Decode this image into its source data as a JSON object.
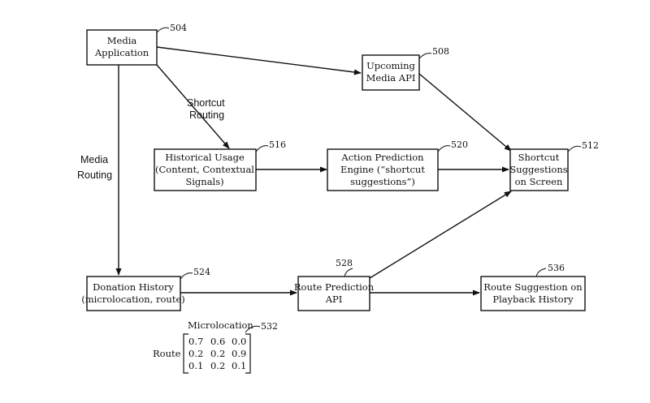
{
  "nodes": {
    "media_app": {
      "lines": [
        "Media",
        "Application"
      ],
      "ref": "504"
    },
    "upcoming_api": {
      "lines": [
        "Upcoming",
        "Media API"
      ],
      "ref": "508"
    },
    "shortcut_screen": {
      "lines": [
        "Shortcut",
        "Suggestions",
        "on Screen"
      ],
      "ref": "512"
    },
    "historical_usage": {
      "lines": [
        "Historical Usage",
        "(Content, Contextual",
        "Signals)"
      ],
      "ref": "516"
    },
    "action_engine": {
      "lines": [
        "Action Prediction",
        "Engine (“shortcut",
        "suggestions”)"
      ],
      "ref": "520"
    },
    "donation_history": {
      "lines": [
        "Donation History",
        "(microlocation, route)"
      ],
      "ref": "524"
    },
    "route_api": {
      "lines": [
        "Route Prediction",
        "API"
      ],
      "ref": "528"
    },
    "route_suggestion": {
      "lines": [
        "Route Suggestion on",
        "Playback History"
      ],
      "ref": "536"
    }
  },
  "edge_labels": {
    "shortcut_routing": [
      "Shortcut",
      "Routing"
    ],
    "media_routing": [
      "Media",
      "Routing"
    ]
  },
  "matrix": {
    "ref": "532",
    "column_label": "Microlocation",
    "row_label": "Route",
    "rows": [
      [
        "0.7",
        "0.6",
        "0.0"
      ],
      [
        "0.2",
        "0.2",
        "0.9"
      ],
      [
        "0.1",
        "0.2",
        "0.1"
      ]
    ]
  }
}
